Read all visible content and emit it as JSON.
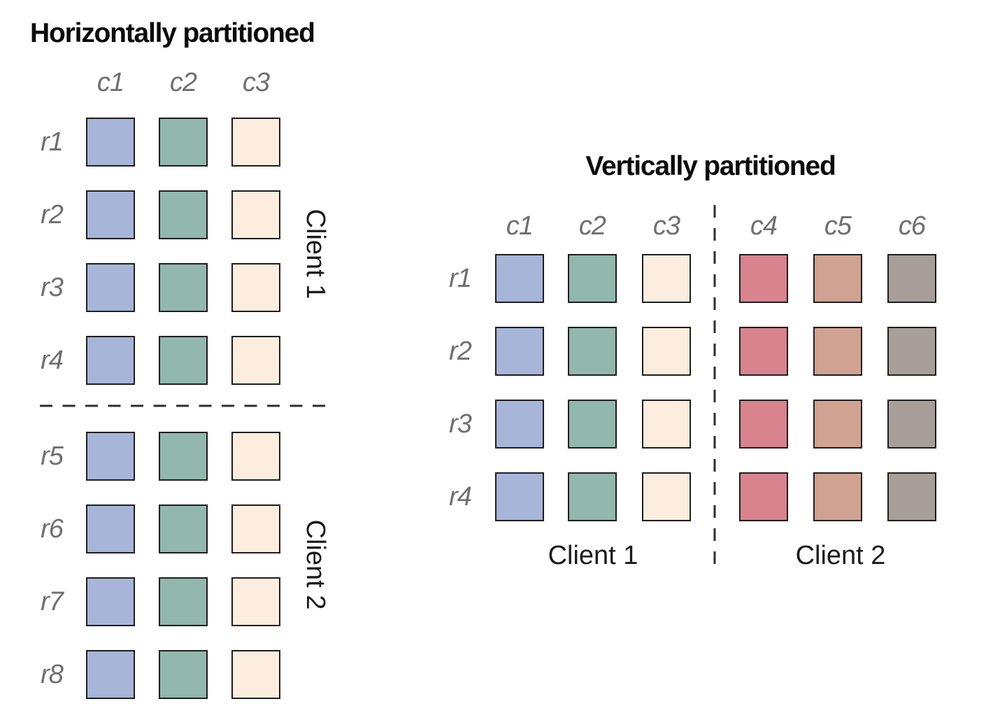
{
  "palette": {
    "c1": "#a7b5d8",
    "c2": "#92b7ac",
    "c3": "#fcedde",
    "c4": "#d8838e",
    "c5": "#d0a292",
    "c6": "#a79e99"
  },
  "styles": {
    "background": "#ffffff",
    "cell_border": "#1e1e1e",
    "divider": "#2e2e2e",
    "axis_label_color": "#6f6f6f",
    "title_color": "#0b0b0b",
    "client_label_color": "#1b1b1b"
  },
  "horizontal_panel": {
    "title": "Horizontally partitioned",
    "column_labels": [
      "c1",
      "c2",
      "c3"
    ],
    "row_labels": [
      "r1",
      "r2",
      "r3",
      "r4",
      "r5",
      "r6",
      "r7",
      "r8"
    ],
    "client_1": {
      "label": "Client 1",
      "rows": [
        "r1",
        "r2",
        "r3",
        "r4"
      ]
    },
    "client_2": {
      "label": "Client 2",
      "rows": [
        "r5",
        "r6",
        "r7",
        "r8"
      ]
    }
  },
  "vertical_panel": {
    "title": "Vertically partitioned",
    "column_labels": [
      "c1",
      "c2",
      "c3",
      "c4",
      "c5",
      "c6"
    ],
    "row_labels": [
      "r1",
      "r2",
      "r3",
      "r4"
    ],
    "client_1": {
      "label": "Client 1",
      "columns": [
        "c1",
        "c2",
        "c3"
      ]
    },
    "client_2": {
      "label": "Client 2",
      "columns": [
        "c4",
        "c5",
        "c6"
      ]
    }
  }
}
